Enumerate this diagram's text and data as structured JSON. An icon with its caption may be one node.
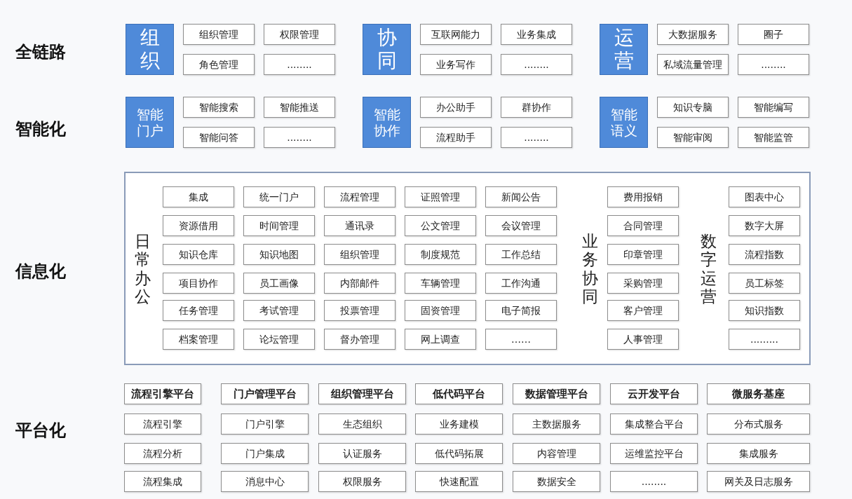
{
  "diagram": {
    "nodes": [
      {
        "text": [
          "组织"
        ]
      },
      {
        "text": [
          "组织管理"
        ]
      },
      {
        "text": [
          "权限管理"
        ]
      },
      {
        "text": [
          "角色管理"
        ]
      },
      {
        "text": [
          "........"
        ]
      },
      {
        "text": [
          "协同"
        ]
      },
      {
        "text": [
          "互联网能力"
        ]
      },
      {
        "text": [
          "业务集成"
        ]
      },
      {
        "text": [
          "业务写作"
        ]
      },
      {
        "text": [
          "........"
        ]
      },
      {
        "text": [
          "运营"
        ]
      },
      {
        "text": [
          "大数据服务"
        ]
      },
      {
        "text": [
          "圈子"
        ]
      },
      {
        "text": [
          "私域流量管理"
        ]
      },
      {
        "text": [
          "........"
        ]
      },
      {
        "text": [
          "智能门户"
        ]
      },
      {
        "text": [
          "智能搜索"
        ]
      },
      {
        "text": [
          "智能推送"
        ]
      },
      {
        "text": [
          "智能问答"
        ]
      },
      {
        "text": [
          "........"
        ]
      },
      {
        "text": [
          "智能协作"
        ]
      },
      {
        "text": [
          "办公助手"
        ]
      },
      {
        "text": [
          "群协作"
        ]
      },
      {
        "text": [
          "流程助手"
        ]
      },
      {
        "text": [
          "........"
        ]
      },
      {
        "text": [
          "智能语义"
        ]
      },
      {
        "text": [
          "知识专脑"
        ]
      },
      {
        "text": [
          "智能编写"
        ]
      },
      {
        "text": [
          "智能审阅"
        ]
      },
      {
        "text": [
          "智能监管"
        ]
      },
      {
        "text": [
          "日常办公",
          "业务协同",
          "数字运营"
        ]
      },
      {
        "text": [
          "集成"
        ],
        "in": 30
      },
      {
        "text": [
          "统一门户"
        ],
        "in": 30
      },
      {
        "text": [
          "流程管理"
        ],
        "in": 30
      },
      {
        "text": [
          "证照管理"
        ],
        "in": 30
      },
      {
        "text": [
          "新闻公告"
        ],
        "in": 30
      },
      {
        "text": [
          "费用报销"
        ],
        "in": 30
      },
      {
        "text": [
          "图表中心"
        ],
        "in": 30
      },
      {
        "text": [
          "资源借用"
        ],
        "in": 30
      },
      {
        "text": [
          "时间管理"
        ],
        "in": 30
      },
      {
        "text": [
          "通讯录"
        ],
        "in": 30
      },
      {
        "text": [
          "公文管理"
        ],
        "in": 30
      },
      {
        "text": [
          "会议管理"
        ],
        "in": 30
      },
      {
        "text": [
          "合同管理"
        ],
        "in": 30
      },
      {
        "text": [
          "数字大屏"
        ],
        "in": 30
      },
      {
        "text": [
          "知识仓库"
        ],
        "in": 30
      },
      {
        "text": [
          "知识地图"
        ],
        "in": 30
      },
      {
        "text": [
          "组织管理"
        ],
        "in": 30
      },
      {
        "text": [
          "制度规范"
        ],
        "in": 30
      },
      {
        "text": [
          "工作总结"
        ],
        "in": 30
      },
      {
        "text": [
          "印章管理"
        ],
        "in": 30
      },
      {
        "text": [
          "流程指数"
        ],
        "in": 30
      },
      {
        "text": [
          "项目协作"
        ],
        "in": 30
      },
      {
        "text": [
          "员工画像"
        ],
        "in": 30
      },
      {
        "text": [
          "内部邮件"
        ],
        "in": 30
      },
      {
        "text": [
          "车辆管理"
        ],
        "in": 30
      },
      {
        "text": [
          "工作沟通"
        ],
        "in": 30
      },
      {
        "text": [
          "采购管理"
        ],
        "in": 30
      },
      {
        "text": [
          "员工标签"
        ],
        "in": 30
      },
      {
        "text": [
          "任务管理"
        ],
        "in": 30
      },
      {
        "text": [
          "考试管理"
        ],
        "in": 30
      },
      {
        "text": [
          "投票管理"
        ],
        "in": 30
      },
      {
        "text": [
          "固资管理"
        ],
        "in": 30
      },
      {
        "text": [
          "电子简报"
        ],
        "in": 30
      },
      {
        "text": [
          "客户管理"
        ],
        "in": 30
      },
      {
        "text": [
          "知识指数"
        ],
        "in": 30
      },
      {
        "text": [
          "档案管理"
        ],
        "in": 30
      },
      {
        "text": [
          "论坛管理"
        ],
        "in": 30
      },
      {
        "text": [
          "督办管理"
        ],
        "in": 30
      },
      {
        "text": [
          "网上调查"
        ],
        "in": 30
      },
      {
        "text": [
          "……"
        ],
        "in": 30
      },
      {
        "text": [
          "人事管理"
        ],
        "in": 30
      },
      {
        "text": [
          "........."
        ],
        "in": 30
      },
      {
        "text": [
          "流程引擎平台"
        ]
      },
      {
        "text": [
          "门户管理平台"
        ]
      },
      {
        "text": [
          "组织管理平台"
        ]
      },
      {
        "text": [
          "低代码平台"
        ]
      },
      {
        "text": [
          "数据管理平台"
        ]
      },
      {
        "text": [
          "云开发平台"
        ]
      },
      {
        "text": [
          "微服务基座"
        ]
      },
      {
        "text": [
          "流程引擎"
        ]
      },
      {
        "text": [
          "门户引擎"
        ]
      },
      {
        "text": [
          "生态组织"
        ]
      },
      {
        "text": [
          "业务建模"
        ]
      },
      {
        "text": [
          "主数据服务"
        ]
      },
      {
        "text": [
          "集成整合平台"
        ]
      },
      {
        "text": [
          "分布式服务"
        ]
      },
      {
        "text": [
          "流程分析"
        ]
      },
      {
        "text": [
          "门户集成"
        ]
      },
      {
        "text": [
          "认证服务"
        ]
      },
      {
        "text": [
          "低代码拓展"
        ]
      },
      {
        "text": [
          "内容管理"
        ]
      },
      {
        "text": [
          "运维监控平台"
        ]
      },
      {
        "text": [
          "集成服务"
        ]
      },
      {
        "text": [
          "流程集成"
        ]
      },
      {
        "text": [
          "消息中心"
        ]
      },
      {
        "text": [
          "权限服务"
        ]
      },
      {
        "text": [
          "快速配置"
        ]
      },
      {
        "text": [
          "数据安全"
        ]
      },
      {
        "text": [
          "........"
        ]
      },
      {
        "text": [
          "网关及日志服务"
        ]
      }
    ],
    "labels": [
      "全链路",
      "智能化",
      "信息化",
      "平台化"
    ]
  }
}
